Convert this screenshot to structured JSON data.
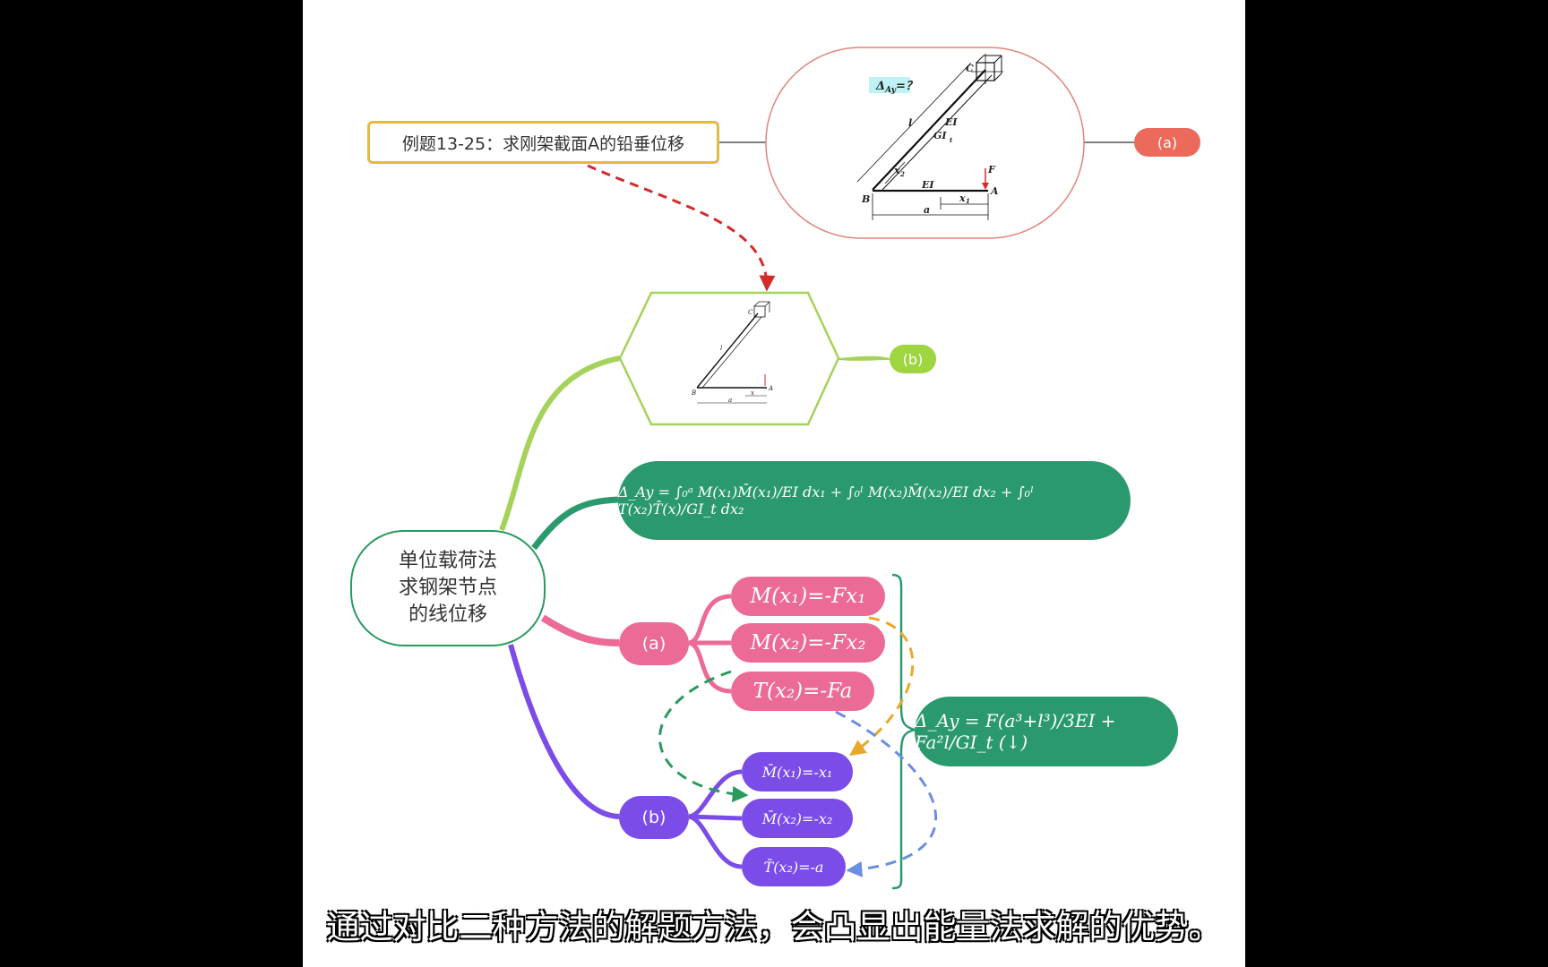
{
  "title_box": {
    "text": "例题13-25：求刚架截面A的铅垂位移"
  },
  "central": {
    "lines": [
      "单位载荷法",
      "求钢架节点",
      "的线位移"
    ]
  },
  "top_tag": {
    "text": "(a)"
  },
  "hex_tag": {
    "text": "(b)"
  },
  "branch_a": {
    "text": "(a)"
  },
  "branch_b": {
    "text": "(b)"
  },
  "figure": {
    "query": "Δ",
    "query_sub": "Ay",
    "query_tail": "=？",
    "labels": {
      "C": "C",
      "l": "l",
      "EI_1": "EI",
      "GIt": "GI",
      "GIt_sub": "t",
      "x2": "x",
      "x2_sub": "2",
      "EI_2": "EI",
      "F": "F",
      "A": "A",
      "B": "B",
      "a": "a",
      "x1": "x",
      "x1_sub": "1"
    }
  },
  "formulas": {
    "main": "Δ_Ay = ∫₀ᵃ M(x₁)M̄(x₁)/EI dx₁ + ∫₀ˡ M(x₂)M̄(x₂)/EI dx₂ + ∫₀ˡ T(x₂)T̄(x)/GI_t dx₂",
    "a": [
      "M(x₁)=-Fx₁",
      "M(x₂)=-Fx₂",
      "T(x₂)=-Fa"
    ],
    "b": [
      "M̄(x₁)=-x₁",
      "M̄(x₂)=-x₂",
      "T̄(x₂)=-a"
    ],
    "result": "Δ_Ay = F(a³+l³)/3EI + Fa²l/GI_t (↓)"
  },
  "subtitle": {
    "text": "通过对比二种方法的解题方法，会凸显出能量法求解的优势。"
  },
  "colors": {
    "title_border": "#e2bb3f",
    "top_tag": "#ec6a5c",
    "hex_border": "#a5d25a",
    "hex_tag": "#9ed541",
    "green": "#2a9a6e",
    "pink": "#ec6b96",
    "purple": "#7b4ce8",
    "orange_dash": "#e8a82c",
    "green_dash": "#2a9a5f",
    "blue_dash": "#6a8fe0",
    "red_dash": "#d22b2b"
  }
}
